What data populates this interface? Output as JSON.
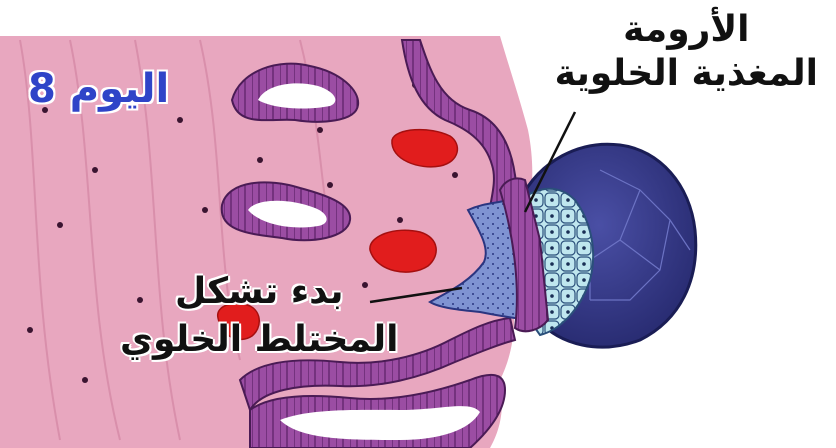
{
  "labels": {
    "day": "اليوم 8",
    "trophoblast_line1": "الأرومة",
    "trophoblast_line2": "المغذية الخلوية",
    "hypoblast_line1": "بدء تشكل",
    "hypoblast_line2": "المختلط الخلوي"
  },
  "colors": {
    "endometrium": "#e8a7bf",
    "gland_wall": "#9b4da3",
    "blood": "#e11d1d",
    "cytotrophoblast": "#bfe6ee",
    "blastocyst_cavity": "#3b3f8f",
    "syncytiotrophoblast": "#6d7fc4",
    "day_text": "#2f44c8"
  }
}
